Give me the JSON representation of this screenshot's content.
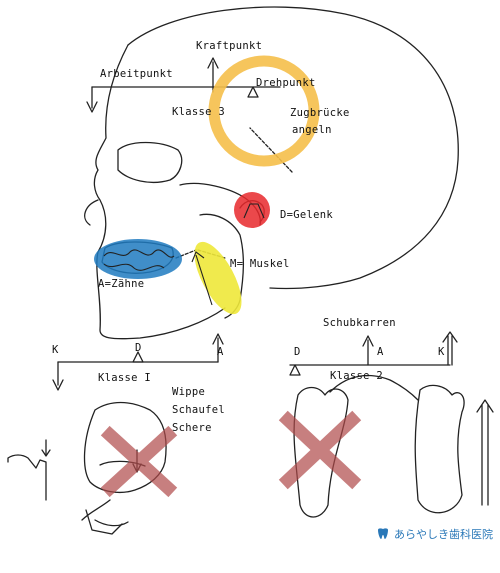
{
  "labels": {
    "kraftpunkt": "Kraftpunkt",
    "arbeitpunkt": "Arbeitpunkt",
    "drehpunkt": "Drehpunkt",
    "klasse3": "Klasse 3",
    "zugbrucke_1": "Zugbrücke",
    "zugbrucke_2": "angeln",
    "gelenk": "D=Gelenk",
    "muskel": "M= Muskel",
    "zahne": "A=Zähne",
    "schubkarren": "Schubkarren",
    "k_left": "K",
    "d_left": "D",
    "a_left": "A",
    "klasse1": "Klasse I",
    "wippe": "Wippe",
    "schaufel": "Schaufel",
    "schere": "Schere",
    "d_right": "D",
    "a_right": "A",
    "k_right": "K",
    "klasse2": "Klasse 2"
  },
  "logo": {
    "text": "あらやしき歯科医院",
    "icon": "tooth-logo-icon"
  },
  "colors": {
    "highlight_yellow_ring": "#f5bf4a",
    "highlight_red": "#e8282c",
    "highlight_blue": "#1f7ac0",
    "highlight_yellow_fill": "#eee83a",
    "cross_red": "#b04a4a",
    "logo_blue": "#2a78b8"
  }
}
